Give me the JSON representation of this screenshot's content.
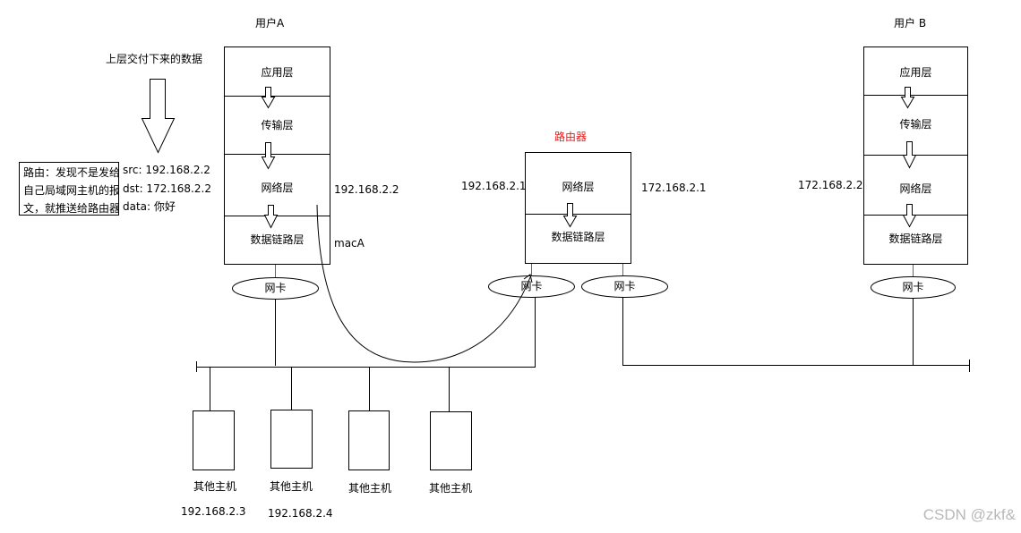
{
  "userA": {
    "title": "用户A",
    "layers": [
      "应用层",
      "传输层",
      "网络层",
      "数据链路层"
    ],
    "ip": "192.168.2.2",
    "mac": "macA",
    "nic": "网卡"
  },
  "userB": {
    "title": "用户 B",
    "layers": [
      "应用层",
      "传输层",
      "网络层",
      "数据链路层"
    ],
    "ip": "172.168.2.2",
    "nic": "网卡"
  },
  "router": {
    "title": "路由器",
    "layers": [
      "网络层",
      "数据链路层"
    ],
    "ip_left": "192.168.2.1",
    "ip_right": "172.168.2.1",
    "nic_left": "网卡",
    "nic_right": "网卡"
  },
  "upper_data_label": "上层交付下来的数据",
  "routing_note": [
    "路由：发现不是发给",
    "自己局域网主机的报",
    "文，就推送给路由器"
  ],
  "packet": {
    "src": "src: 192.168.2.2",
    "dst": "dst: 172.168.2.2",
    "data": "data: 你好"
  },
  "other_hosts": [
    {
      "label": "其他主机",
      "ip": "192.168.2.3"
    },
    {
      "label": "其他主机",
      "ip": "192.168.2.4"
    },
    {
      "label": "其他主机"
    },
    {
      "label": "其他主机"
    }
  ],
  "watermark": "CSDN @zkf&"
}
